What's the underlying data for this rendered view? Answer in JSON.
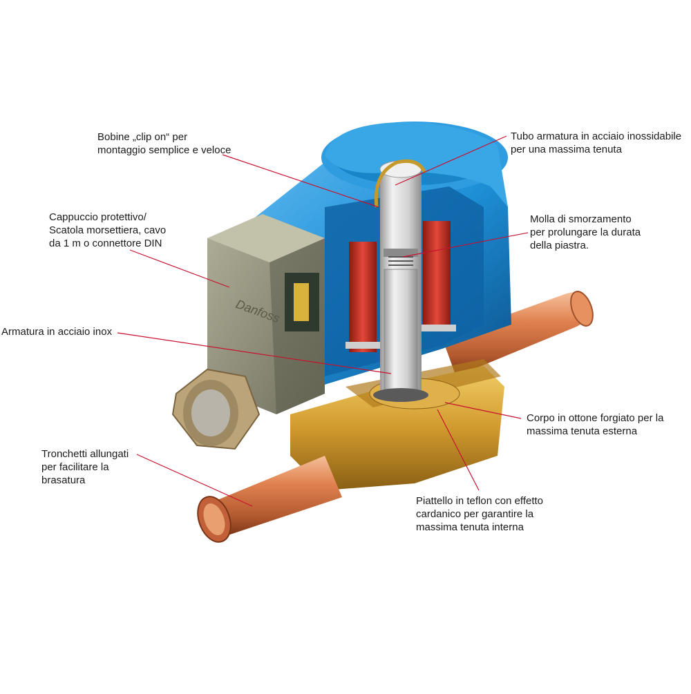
{
  "labels": {
    "bobine": [
      "Bobine „clip on“ per",
      "montaggio semplice e veloce"
    ],
    "tubo": [
      "Tubo armatura in acciaio inossidabile",
      "per una massima tenuta"
    ],
    "cappuccio": [
      "Cappuccio protettivo/",
      "Scatola morsettiera, cavo",
      "da 1 m  o connettore DIN"
    ],
    "molla": [
      "Molla di smorzamento",
      "per prolungare la durata",
      "della piastra."
    ],
    "armatura": [
      "Armatura in acciaio inox"
    ],
    "corpo": [
      "Corpo in ottone forgiato per la",
      "massima tenuta esterna"
    ],
    "tronchetti": [
      "Tronchetti allungati",
      "per facilitare la",
      "brasatura"
    ],
    "piattello": [
      "Piattello in teflon con effetto",
      "cardanico per garantire la",
      "massima tenuta interna"
    ]
  },
  "logo_text": "Danfoss",
  "colors": {
    "leader": "#c8102e",
    "coil": "#1e8fd6",
    "coil_dark": "#0d5f9e",
    "copper": "#d9744a",
    "brass": "#d8a632",
    "terminal_box": "#8c8c78",
    "steel": "#d6d6d6",
    "winding": "#d63a2a"
  }
}
